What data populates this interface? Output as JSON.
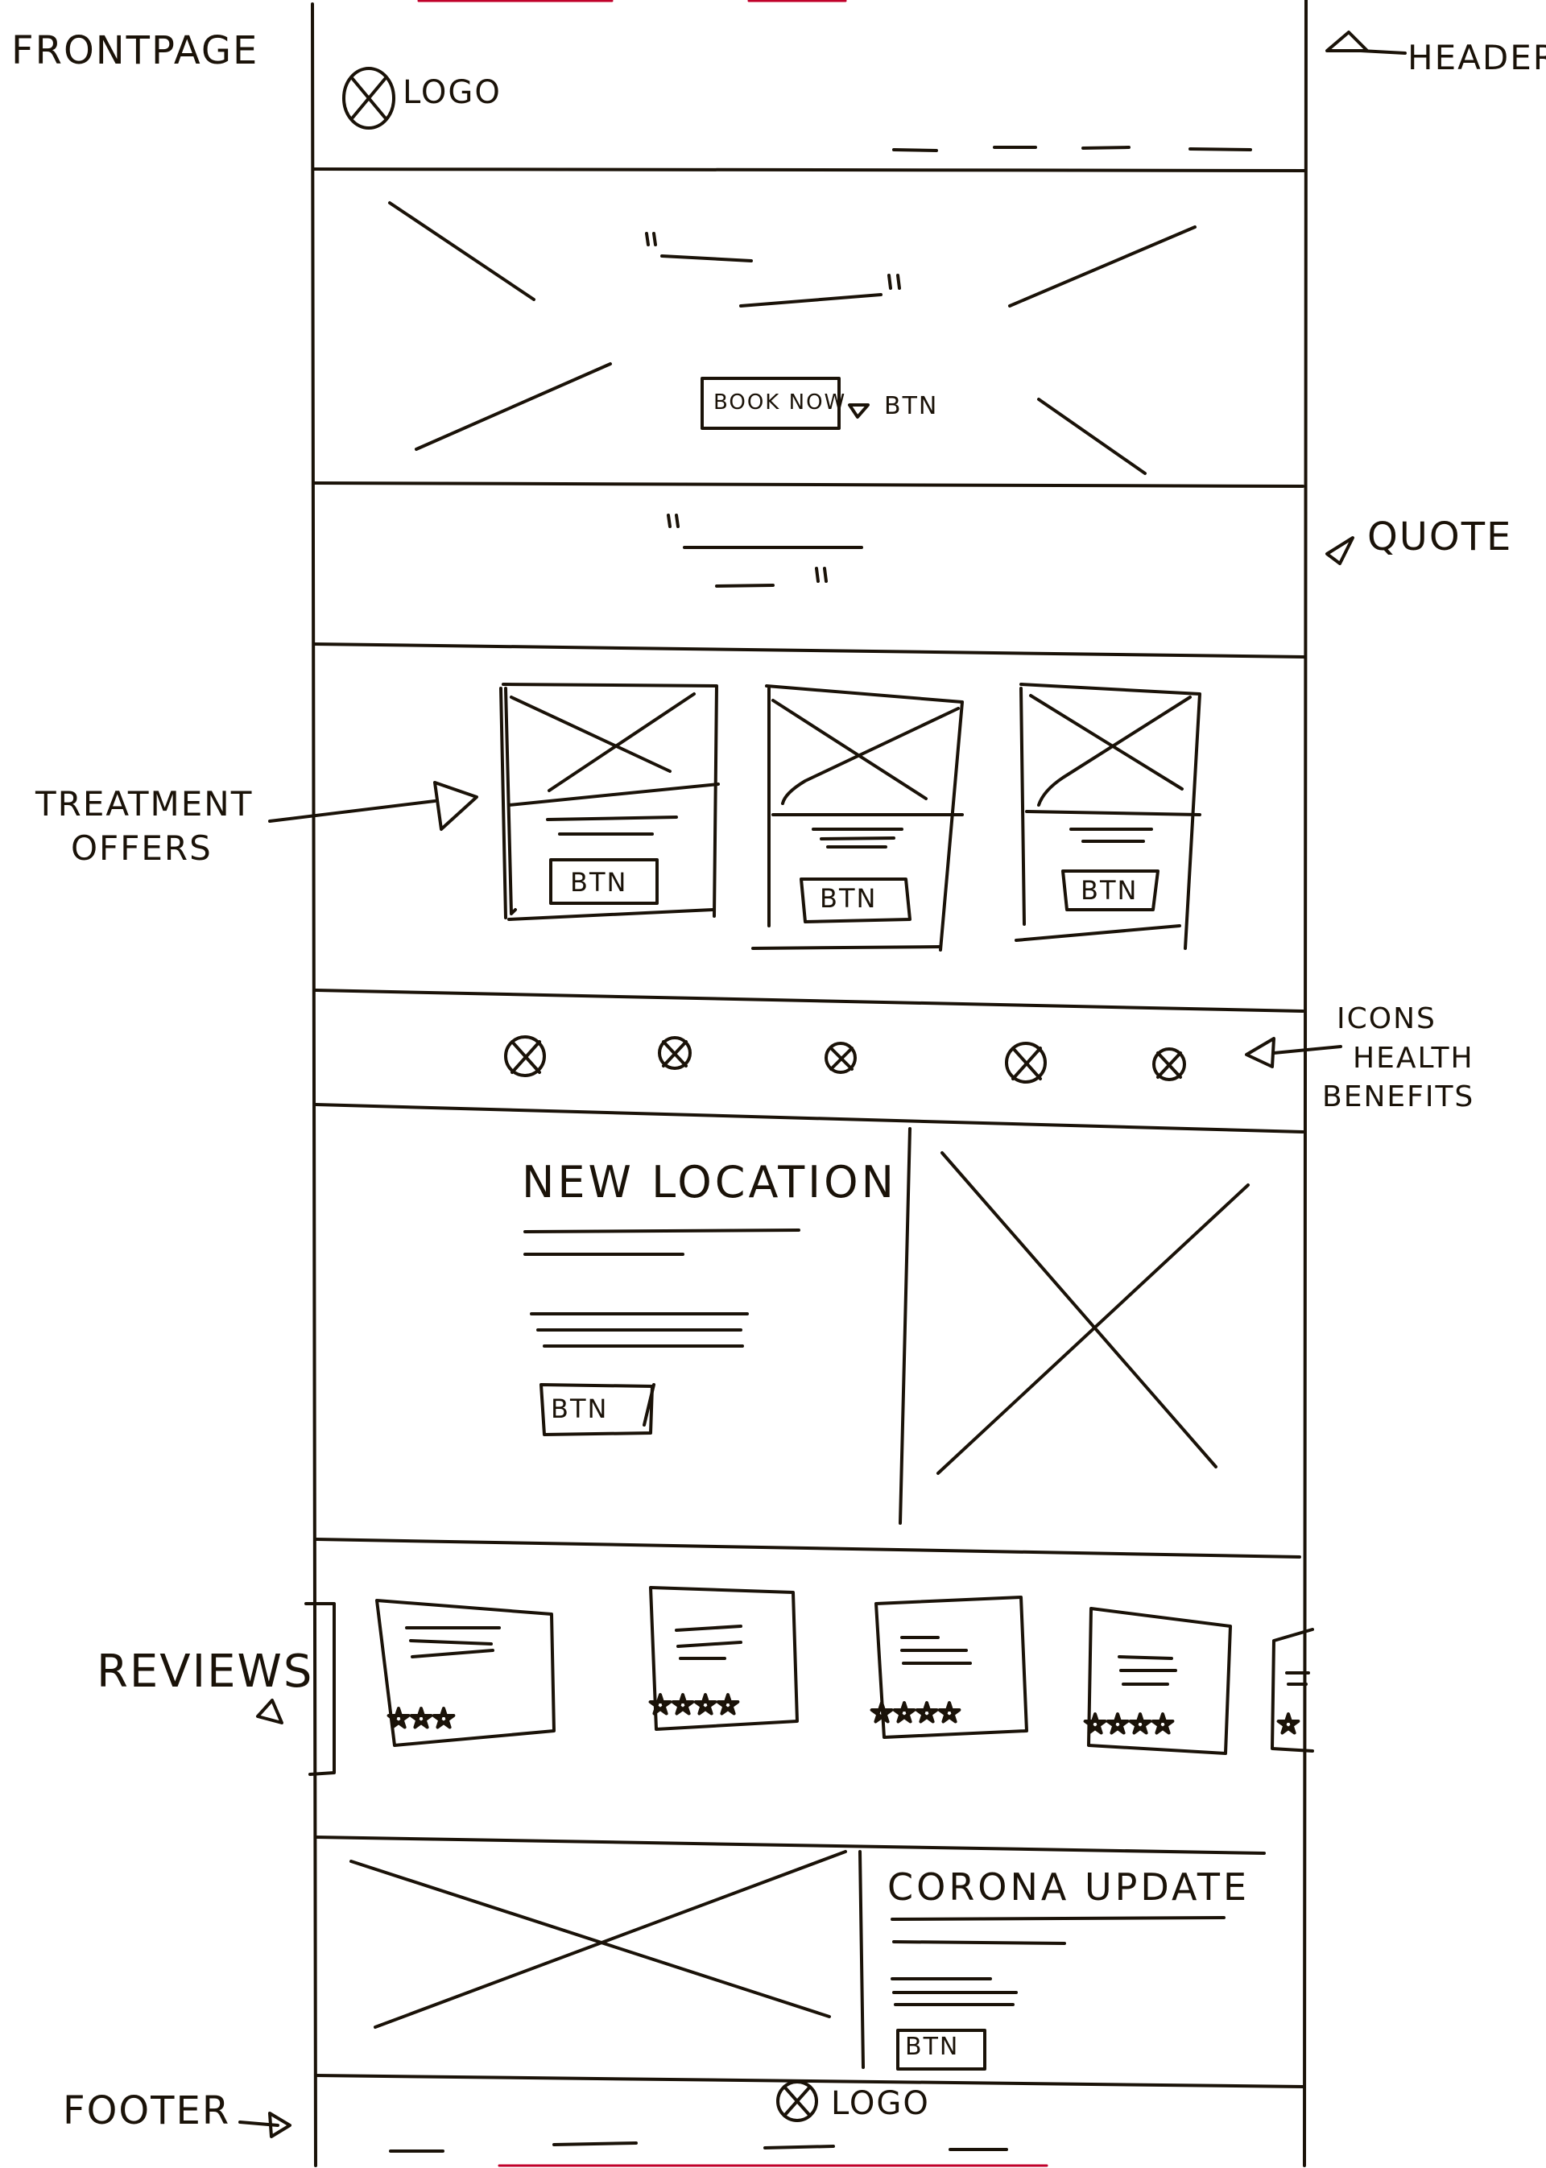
{
  "title": "FRONTPAGE",
  "annotations": {
    "header": "HEADER",
    "quote": "QUOTE",
    "treatment_offers": [
      "TREATMENT",
      "OFFERS"
    ],
    "icons_health_benefits": [
      "ICONS",
      "HEALTH",
      "BENEFITS"
    ],
    "reviews": "REVIEWS",
    "footer": "FOOTER"
  },
  "header": {
    "logo_label": "LOGO"
  },
  "hero": {
    "book_button": "BOOK NOW",
    "button_note": "BTN"
  },
  "treatments": {
    "cards": [
      {
        "button": "BTN"
      },
      {
        "button": "BTN"
      },
      {
        "button": "BTN"
      }
    ]
  },
  "health_icons": {
    "count": 5
  },
  "new_location": {
    "heading": "NEW LOCATION",
    "button": "BTN"
  },
  "reviews": {
    "cards": [
      {
        "stars": 3
      },
      {
        "stars": 4
      },
      {
        "stars": 4
      },
      {
        "stars": 4
      },
      {
        "stars": 1
      }
    ]
  },
  "corona": {
    "heading": "CORONA UPDATE",
    "button": "BTN"
  },
  "footer": {
    "logo_label": "LOGO"
  },
  "colors": {
    "ink": "#1a1208",
    "accent": "#c0002a"
  }
}
